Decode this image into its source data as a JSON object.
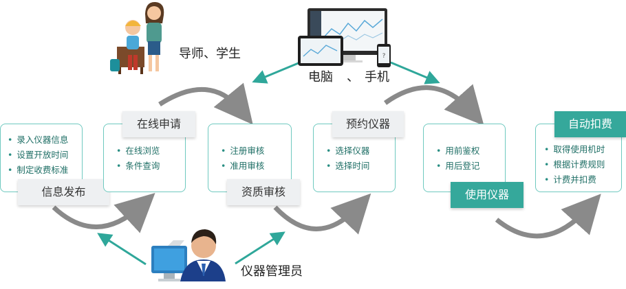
{
  "actors": {
    "teachers": "导师、学生",
    "devices_a": "电脑",
    "devices_sep": "、",
    "devices_b": "手机",
    "admin": "仪器管理员"
  },
  "steps": [
    {
      "title": "信息发布",
      "items": [
        "录入仪器信息",
        "设置开放时间",
        "制定收费标准"
      ]
    },
    {
      "title": "在线申请",
      "items": [
        "在线浏览",
        "条件查询"
      ]
    },
    {
      "title": "资质审核",
      "items": [
        "注册审核",
        "准用审核"
      ]
    },
    {
      "title": "预约仪器",
      "items": [
        "选择仪器",
        "选择时间"
      ]
    },
    {
      "title": "使用仪器",
      "items": [
        "用前鉴权",
        "用后登记"
      ]
    },
    {
      "title": "自动扣费",
      "items": [
        "取得使用机时",
        "根据计费规则",
        "计费并扣费"
      ]
    }
  ],
  "colors": {
    "accent": "#35a89b",
    "border": "#6ec9bf",
    "arrow": "#8a8a8a"
  }
}
